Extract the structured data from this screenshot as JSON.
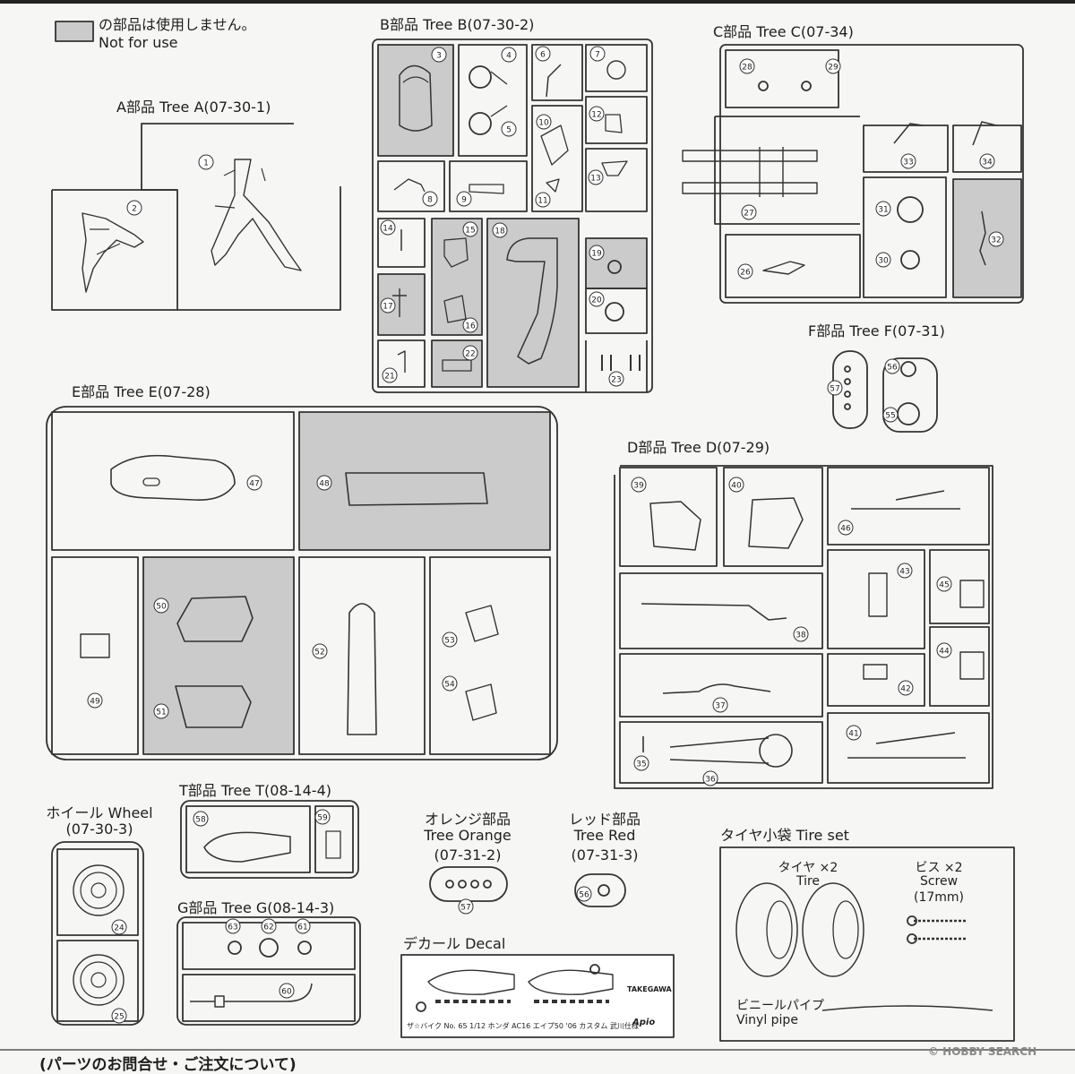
{
  "legend": {
    "line1": "の部品は使用しません。",
    "line2": "Not for use",
    "unused_color": "#cbcbcb"
  },
  "trees": {
    "a": "A部品 Tree A(07-30-1)",
    "b": "B部品 Tree B(07-30-2)",
    "c": "C部品 Tree C(07-34)",
    "d": "D部品 Tree D(07-29)",
    "e": "E部品 Tree E(07-28)",
    "f": "F部品 Tree F(07-31)",
    "t": "T部品 Tree T(08-14-4)",
    "g": "G部品 Tree G(08-14-3)",
    "wheel_l1": "ホイール Wheel",
    "wheel_l2": "(07-30-3)",
    "orange_l1": "オレンジ部品",
    "orange_l2": "Tree Orange",
    "orange_l3": "(07-31-2)",
    "red_l1": "レッド部品",
    "red_l2": "Tree Red",
    "red_l3": "(07-31-3)"
  },
  "decal": {
    "title": "デカール Decal",
    "caption": "ザ☆バイク No. 65  1/12 ホンダ AC16 エイプ50 '06 カスタム 武川仕様",
    "brand": "TAKEGAWA",
    "apio": "Apio"
  },
  "tire_set": {
    "title": "タイヤ小袋 Tire set",
    "tire_jp": "タイヤ ×2",
    "tire_en": "Tire",
    "screw_jp": "ビス ×2",
    "screw_en": "Screw",
    "screw_size": "(17mm)",
    "pipe_jp": "ビニールパイプ",
    "pipe_en": "Vinyl pipe"
  },
  "footer": {
    "inquiry": "(パーツのお問合せ・ご注文について)",
    "watermark": "© HOBBY SEARCH"
  },
  "parts": [
    "1",
    "2",
    "3",
    "4",
    "5",
    "6",
    "7",
    "8",
    "9",
    "10",
    "11",
    "12",
    "13",
    "14",
    "15",
    "16",
    "17",
    "18",
    "19",
    "20",
    "21",
    "22",
    "23",
    "24",
    "25",
    "26",
    "27",
    "28",
    "29",
    "30",
    "31",
    "32",
    "33",
    "34",
    "35",
    "36",
    "37",
    "38",
    "39",
    "40",
    "41",
    "42",
    "43",
    "44",
    "45",
    "46",
    "47",
    "48",
    "49",
    "50",
    "51",
    "52",
    "53",
    "54",
    "55",
    "56",
    "57",
    "58",
    "59",
    "60",
    "61",
    "62",
    "63"
  ]
}
